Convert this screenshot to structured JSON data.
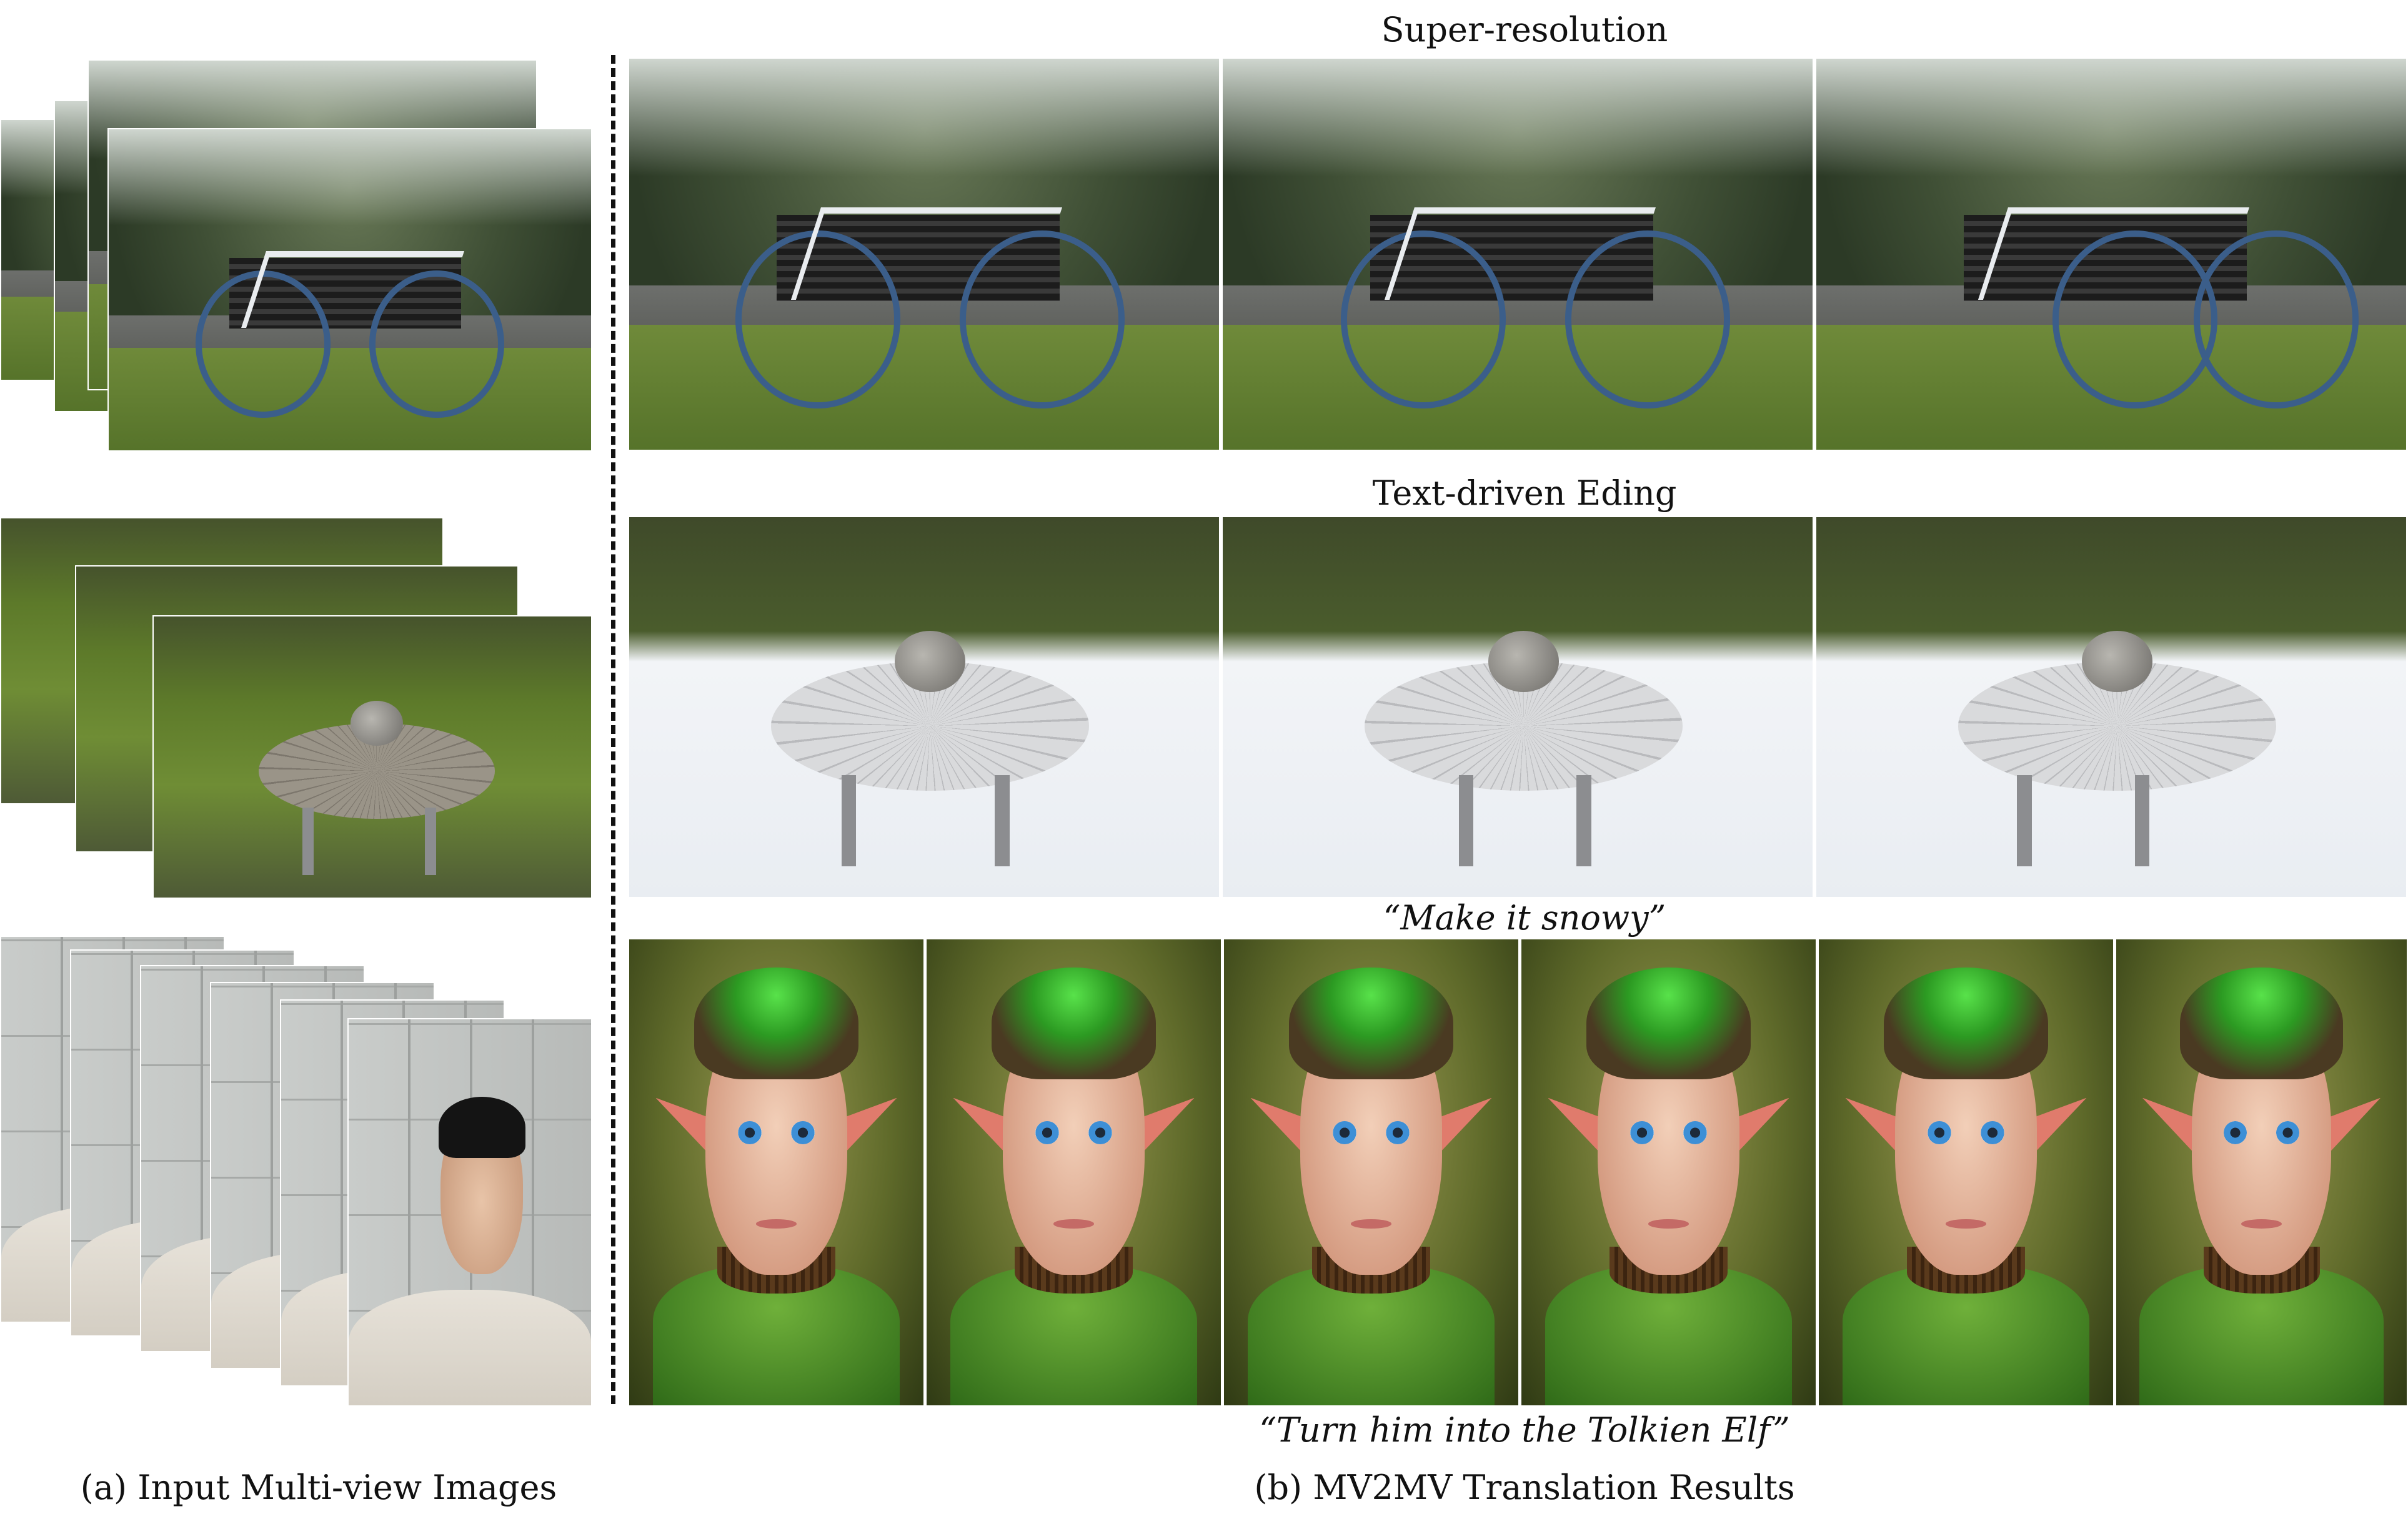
{
  "figure": {
    "row_titles": {
      "super_resolution": "Super-resolution",
      "text_driven": "Text-driven Eding"
    },
    "prompts": {
      "snowy": "“Make it snowy”",
      "elf": "“Turn him into the Tolkien Elf”"
    },
    "captions": {
      "left": "(a) Input Multi-view Images",
      "right": "(b) MV2MV Translation Results"
    }
  }
}
